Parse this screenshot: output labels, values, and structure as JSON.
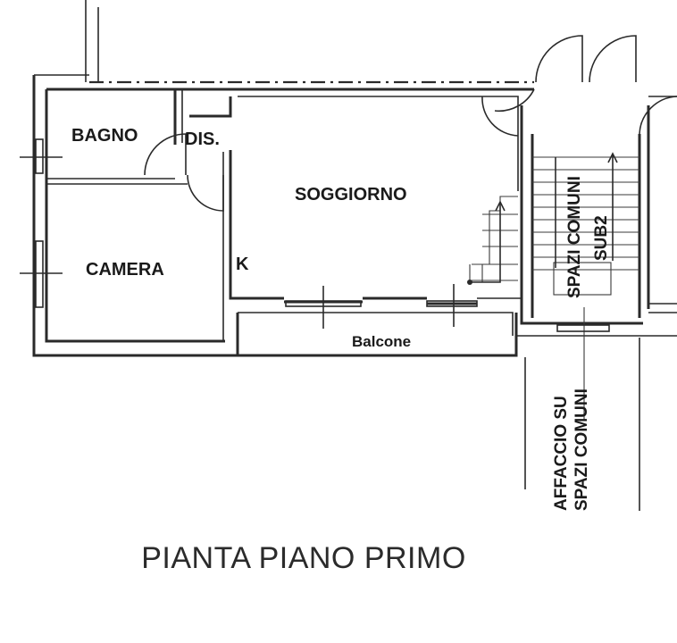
{
  "rooms": {
    "bagno": "BAGNO",
    "dis": "DIS.",
    "soggiorno": "SOGGIORNO",
    "camera": "CAMERA",
    "kitchen_mark": "K",
    "balcone": "Balcone"
  },
  "stair": {
    "label_a": "SPAZI COMUNI",
    "label_b": "SUB2"
  },
  "outside": {
    "line1": "AFFACCIO SU",
    "line2": "SPAZI COMUNI"
  },
  "title": "PIANTA PIANO PRIMO"
}
